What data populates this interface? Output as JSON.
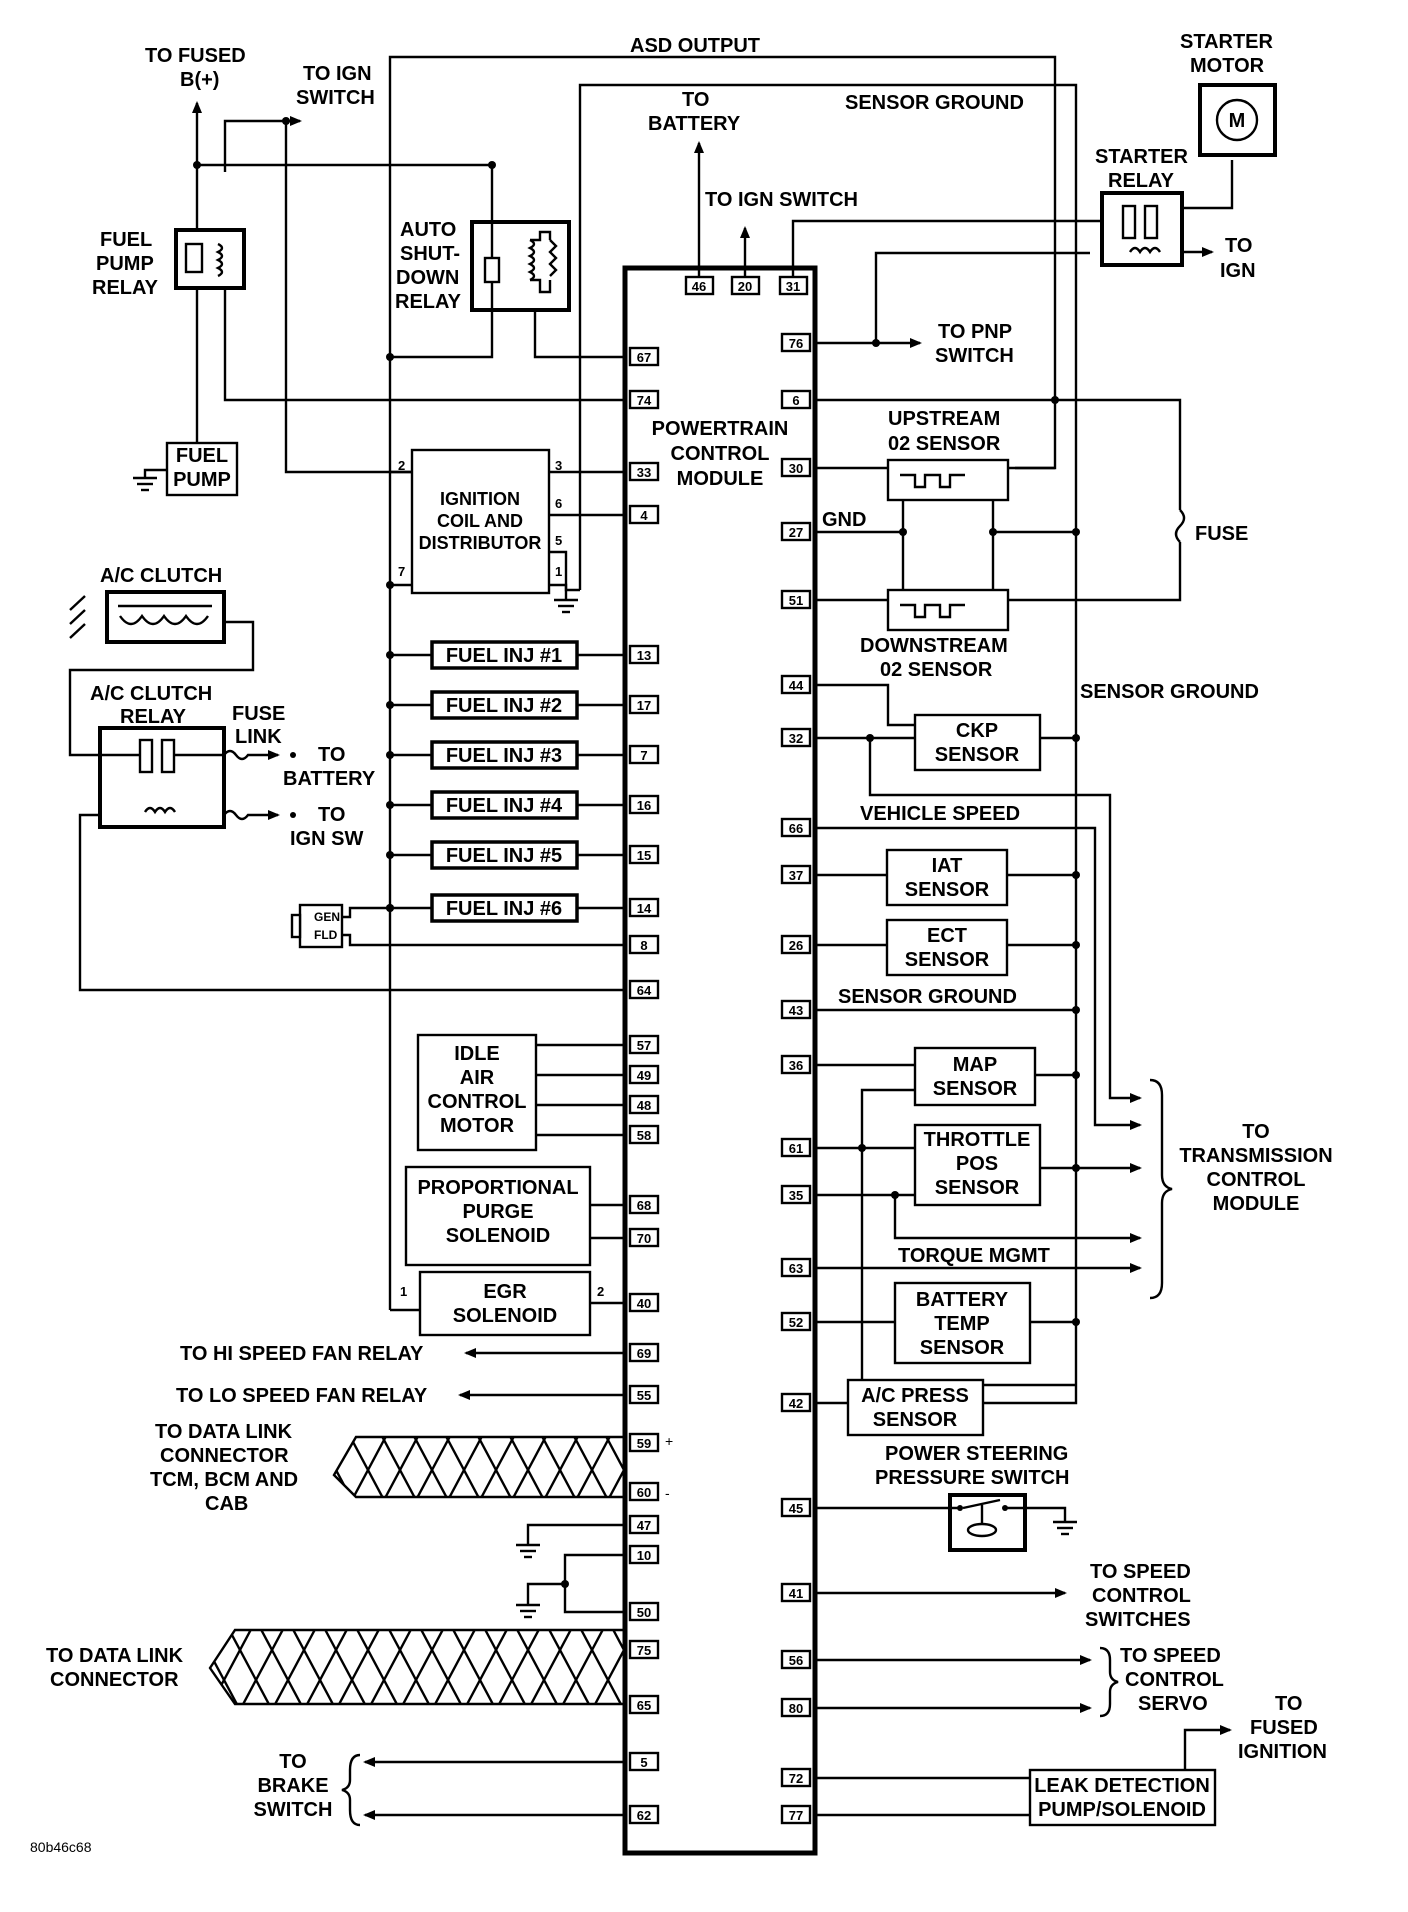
{
  "pcm": {
    "title": [
      "POWERTRAIN",
      "CONTROL",
      "MODULE"
    ]
  },
  "labels": {
    "asd_output": "ASD OUTPUT",
    "sensor_ground_top": "SENSOR GROUND",
    "sensor_ground_mid": "SENSOR GROUND",
    "sensor_ground_low": "SENSOR GROUND",
    "to_fused_b": [
      "TO FUSED",
      "B(+)"
    ],
    "to_ign_switch_top": [
      "TO IGN",
      "SWITCH"
    ],
    "to_battery_top": [
      "TO",
      "BATTERY"
    ],
    "to_ign_switch_mid": "TO IGN SWITCH",
    "starter_motor": [
      "STARTER",
      "MOTOR"
    ],
    "starter_motor_symbol": "M",
    "starter_relay": [
      "STARTER",
      "RELAY"
    ],
    "to_ign_right": [
      "TO",
      "IGN"
    ],
    "fuel_pump_relay": [
      "FUEL",
      "PUMP",
      "RELAY"
    ],
    "asd_relay": [
      "AUTO",
      "SHUT-",
      "DOWN",
      "RELAY"
    ],
    "to_pnp_switch": [
      "TO PNP",
      "SWITCH"
    ],
    "fuel_pump": [
      "FUEL",
      "PUMP"
    ],
    "upstream_o2": [
      "UPSTREAM",
      "02 SENSOR"
    ],
    "downstream_o2": [
      "DOWNSTREAM",
      "02 SENSOR"
    ],
    "gnd": "GND",
    "fuse": "FUSE",
    "ignition_coil": [
      "IGNITION",
      "COIL AND",
      "DISTRIBUTOR"
    ],
    "coil_pins": [
      "2",
      "3",
      "6",
      "5",
      "1",
      "7"
    ],
    "ac_clutch": "A/C CLUTCH",
    "ac_clutch_relay": [
      "A/C CLUTCH",
      "RELAY"
    ],
    "fuse_link": [
      "FUSE",
      "LINK"
    ],
    "to_battery_left": [
      "TO",
      "BATTERY"
    ],
    "to_ign_sw_left": [
      "TO",
      "IGN SW"
    ],
    "gen_fld": [
      "GEN",
      "FLD"
    ],
    "ckp_sensor": [
      "CKP",
      "SENSOR"
    ],
    "vehicle_speed": "VEHICLE SPEED",
    "iat_sensor": [
      "IAT",
      "SENSOR"
    ],
    "ect_sensor": [
      "ECT",
      "SENSOR"
    ],
    "idle_air": [
      "IDLE",
      "AIR",
      "CONTROL",
      "MOTOR"
    ],
    "map_sensor": [
      "MAP",
      "SENSOR"
    ],
    "throttle_pos": [
      "THROTTLE",
      "POS",
      "SENSOR"
    ],
    "to_tcm": [
      "TO",
      "TRANSMISSION",
      "CONTROL",
      "MODULE"
    ],
    "torque_mgmt": "TORQUE MGMT",
    "purge_solenoid": [
      "PROPORTIONAL",
      "PURGE",
      "SOLENOID"
    ],
    "egr_solenoid": [
      "EGR",
      "SOLENOID"
    ],
    "egr_pins": [
      "1",
      "2"
    ],
    "battery_temp": [
      "BATTERY",
      "TEMP",
      "SENSOR"
    ],
    "hi_fan": "TO HI SPEED FAN RELAY",
    "lo_fan": "TO LO SPEED FAN RELAY",
    "ac_press": [
      "A/C PRESS",
      "SENSOR"
    ],
    "data_link_1": [
      "TO DATA LINK",
      "CONNECTOR",
      "TCM, BCM AND",
      "CAB"
    ],
    "bus_plus": "+",
    "bus_minus": "-",
    "ps_switch": [
      "POWER STEERING",
      "PRESSURE SWITCH"
    ],
    "to_speed_switches": [
      "TO SPEED",
      "CONTROL",
      "SWITCHES"
    ],
    "data_link_2": [
      "TO DATA LINK",
      "CONNECTOR"
    ],
    "to_speed_servo": [
      "TO SPEED",
      "CONTROL",
      "SERVO"
    ],
    "to_fused_ign": [
      "TO",
      "FUSED",
      "IGNITION"
    ],
    "to_brake": [
      "TO",
      "BRAKE",
      "SWITCH"
    ],
    "leak_detect": [
      "LEAK DETECTION",
      "PUMP/SOLENOID"
    ],
    "fig_id": "80b46c68"
  },
  "fuel_injectors": [
    "FUEL INJ #1",
    "FUEL INJ #2",
    "FUEL INJ #3",
    "FUEL INJ #4",
    "FUEL INJ #5",
    "FUEL INJ #6"
  ],
  "pins_top": [
    "46",
    "20",
    "31"
  ],
  "pins_left": [
    "67",
    "74",
    "33",
    "4",
    "13",
    "17",
    "7",
    "16",
    "15",
    "14",
    "8",
    "64",
    "57",
    "49",
    "48",
    "58",
    "68",
    "70",
    "40",
    "69",
    "55",
    "59",
    "60",
    "47",
    "10",
    "50",
    "75",
    "65",
    "5",
    "62"
  ],
  "pins_right": [
    "76",
    "6",
    "30",
    "27",
    "51",
    "44",
    "32",
    "66",
    "37",
    "26",
    "43",
    "36",
    "61",
    "35",
    "63",
    "52",
    "42",
    "45",
    "41",
    "56",
    "80",
    "72",
    "77"
  ]
}
